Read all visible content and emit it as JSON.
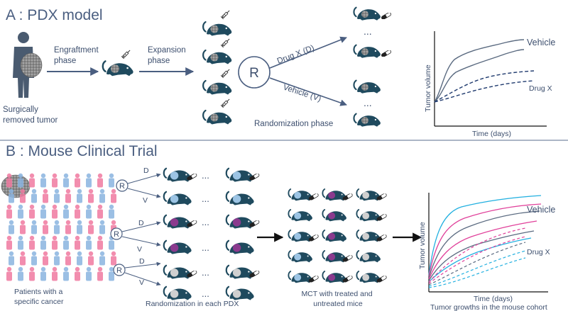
{
  "panelA": {
    "title": "A : PDX model",
    "patient_label": [
      "Surgically",
      "removed tumor"
    ],
    "engraftment_label": [
      "Engraftment",
      "phase"
    ],
    "expansion_label": [
      "Expansion",
      "phase"
    ],
    "randomize_symbol": "R",
    "drug_branch_label": "Drug X (D)",
    "vehicle_branch_label": "Vehicle (V)",
    "randomization_phase_label": "Randomization phase",
    "ellipsis": "...",
    "chart": {
      "ylabel": "Tumor volume",
      "xlabel": "Time (days)",
      "series": [
        "Vehicle",
        "Drug X"
      ]
    }
  },
  "panelB": {
    "title": "B : Mouse Clinical Trial",
    "patients_label": [
      "Patients with a",
      "specific cancer"
    ],
    "randomize_symbol": "R",
    "branch_d": "D",
    "branch_v": "V",
    "ellipsis": "...",
    "randomization_label": "Randomization in each PDX",
    "mct_label": [
      "MCT with treated and",
      "untreated mice"
    ],
    "chart": {
      "ylabel": "Tumor volume",
      "xlabel": "Time (days)",
      "series": [
        "Vehicle",
        "Drug X"
      ],
      "caption": "Tumor growths in the mouse cohort"
    }
  },
  "colors": {
    "mouse": "#1f4a5e",
    "text": "#3d4f6e",
    "tumor_gray": "#9a9a9a",
    "tumor_blue": "#9cc4e4",
    "tumor_purple": "#8b3a8e",
    "tumor_light": "#d0d0d0",
    "vehicle_line": "#5a6a80",
    "drug_line": "#1f3a6e",
    "magenta": "#e0409a",
    "cyan": "#22b0e0",
    "patient_pink": "#f07aa0",
    "patient_blue": "#8ab4e0"
  }
}
